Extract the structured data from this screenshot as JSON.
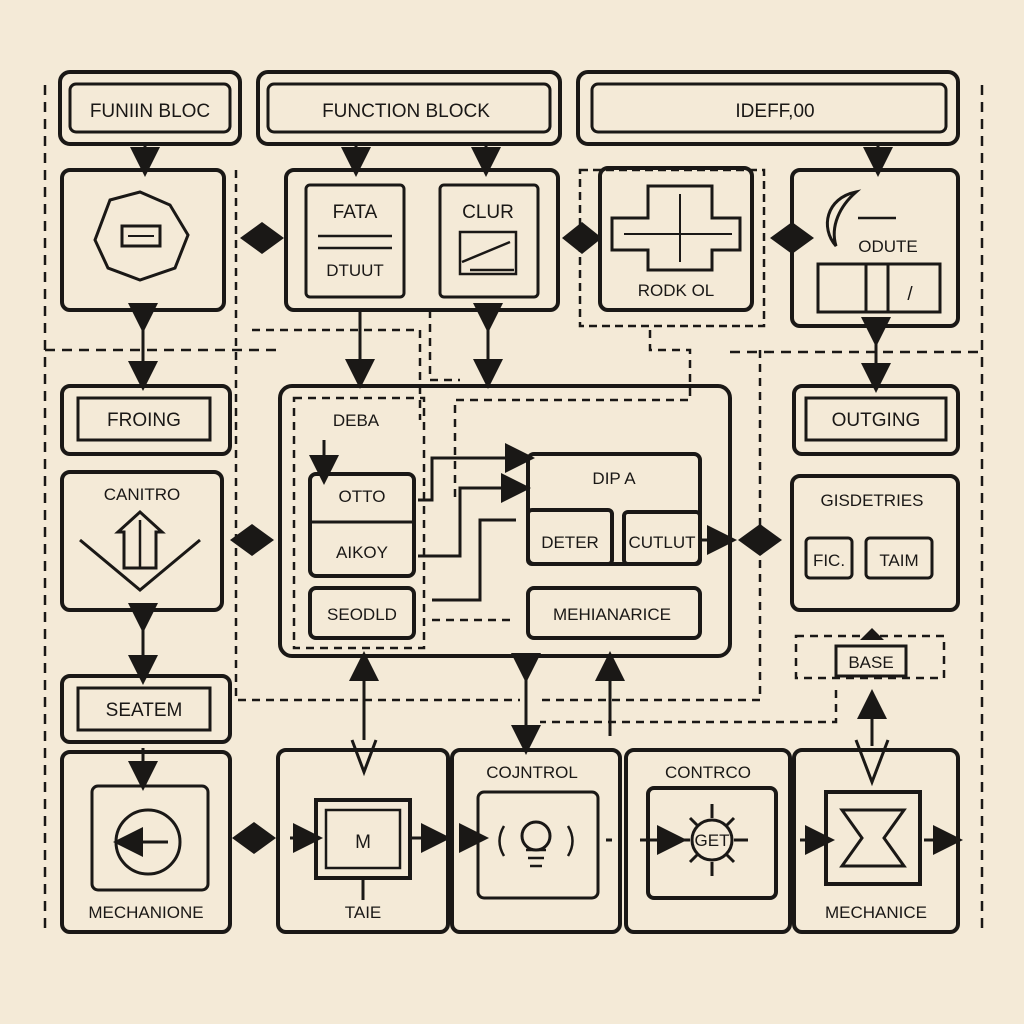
{
  "header": {
    "left": "FUNIIN BLOC",
    "center": "FUNCTION BLOCK",
    "right": "IDEFF,00"
  },
  "top_row": {
    "fata": "FATA",
    "dtuut": "DTUUT",
    "clur": "CLUR",
    "rodk_ol": "RODK OL",
    "odute": "ODUTE",
    "slash": "/"
  },
  "side": {
    "froing": "FROING",
    "canitro": "CANITRO",
    "seatem": "SEATEM",
    "outging": "OUTGING",
    "gisdetries": "GISDETRIES",
    "fic": "FIC.",
    "taim": "TAIM",
    "base": "BASE"
  },
  "center": {
    "debea": "DEBA",
    "otto": "OTTO",
    "aikoy": "AIKOY",
    "seodld": "SEODLD",
    "dipa": "DIP A",
    "deter": "DETER",
    "cutlut": "CUTLUT",
    "mehianarice": "MEHIANARICE"
  },
  "bottom": {
    "mechanione": "MECHANIONE",
    "m": "M",
    "taie": "TAIE",
    "cojntrol": "COJNTROL",
    "contrco": "CONTRCO",
    "get": "GET",
    "mechanice": "MECHANICE"
  }
}
